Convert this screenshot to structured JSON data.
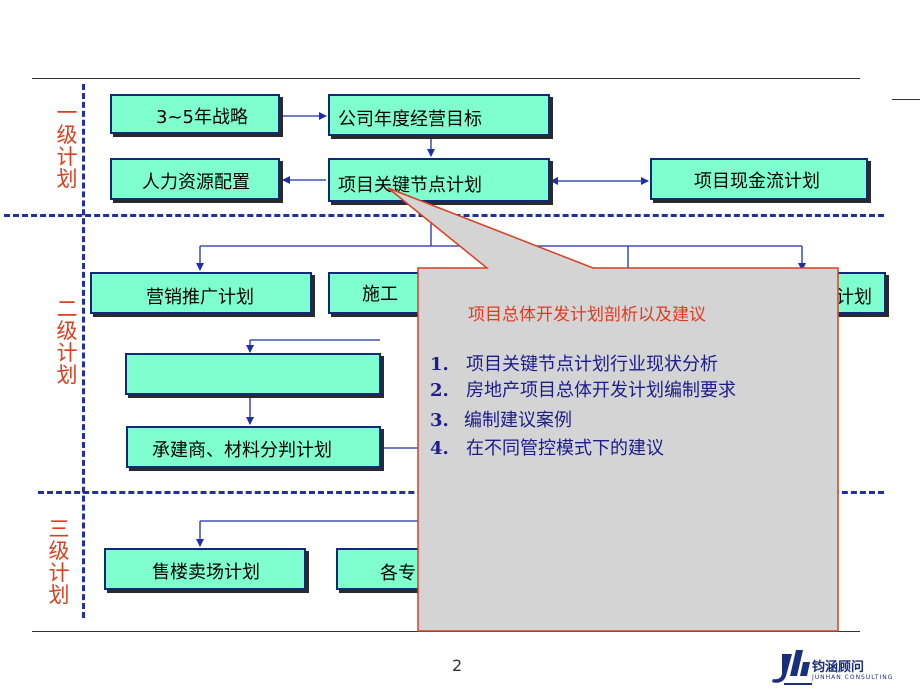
{
  "levels": {
    "level1": [
      "一",
      "级",
      "计",
      "划"
    ],
    "level2": [
      "二",
      "级",
      "计",
      "划"
    ],
    "level3": [
      "三",
      "级",
      "计",
      "划"
    ]
  },
  "boxes": {
    "strategy": "3~5年战略",
    "annual_target": "公司年度经营目标",
    "hr_allocation": "人力资源配置",
    "key_node_plan": "项目关键节点计划",
    "cash_flow_plan": "项目现金流计划",
    "marketing_plan": "营销推广计划",
    "construction_plan": "施工",
    "right_plan_suffix": "计划",
    "contractor_plan": "承建商、材料分判计划",
    "sales_venue_plan": "售楼卖场计划",
    "specialty_plan": "各专"
  },
  "callout": {
    "title": "项目总体开发计划剖析以及建议",
    "items": [
      {
        "num": "1.",
        "text": "项目关键节点计划行业现状分析"
      },
      {
        "num": "2.",
        "text": "房地产项目总体开发计划编制要求"
      },
      {
        "num": "3.",
        "text": "编制建议案例"
      },
      {
        "num": "4.",
        "text": "在不同管控模式下的建议"
      }
    ]
  },
  "footer": {
    "page_number": "2",
    "logo_name": "钧涵顾问",
    "logo_sub": "JUNHAN CONSULTING"
  },
  "colors": {
    "box_fill": "#7fffcf",
    "box_border": "#0d2b77",
    "level_text": "#d9401f",
    "dash_line": "#1f2fa8",
    "callout_fill": "#d4d4d4",
    "callout_border": "#d9401f",
    "callout_title": "#e03b1f",
    "callout_items": "#1c1c8c"
  }
}
